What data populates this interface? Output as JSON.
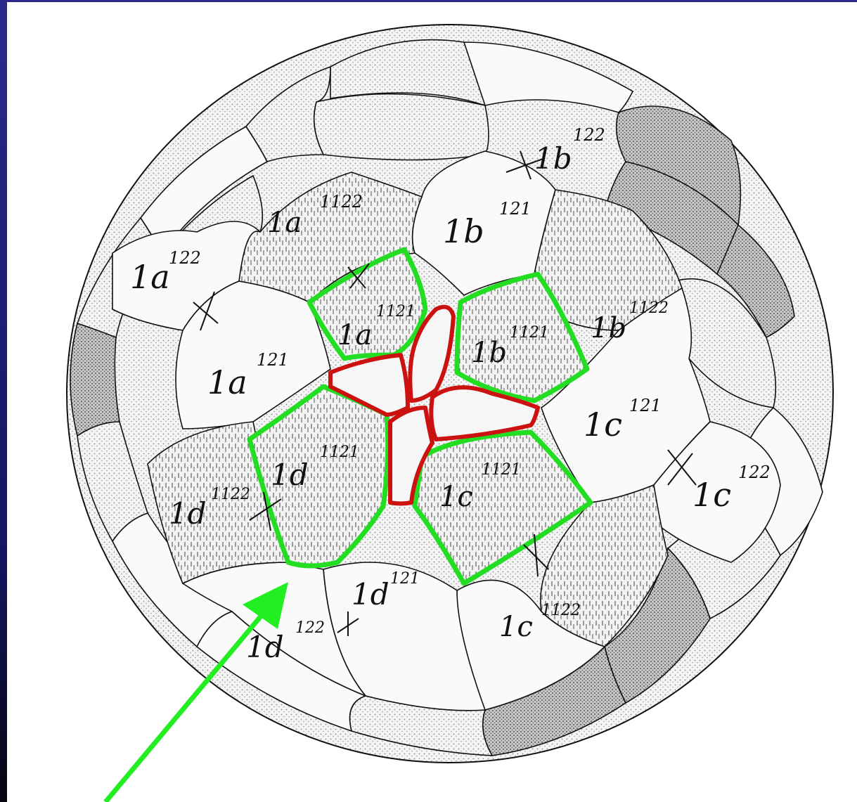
{
  "diagram": {
    "labels": [
      {
        "id": "1a122",
        "main": "1a",
        "sup": "122"
      },
      {
        "id": "1a1122",
        "main": "1a",
        "sup": "1122"
      },
      {
        "id": "1b121",
        "main": "1b",
        "sup": "121"
      },
      {
        "id": "1b122",
        "main": "1b",
        "sup": "122"
      },
      {
        "id": "1a121",
        "main": "1a",
        "sup": "121"
      },
      {
        "id": "1a1121",
        "main": "1a",
        "sup": "1121"
      },
      {
        "id": "1b1121",
        "main": "1b",
        "sup": "1121"
      },
      {
        "id": "1b1122",
        "main": "1b",
        "sup": "1122"
      },
      {
        "id": "1c121",
        "main": "1c",
        "sup": "121"
      },
      {
        "id": "1c122",
        "main": "1c",
        "sup": "122"
      },
      {
        "id": "1d1121",
        "main": "1d",
        "sup": "1121"
      },
      {
        "id": "1c1121",
        "main": "1c",
        "sup": "1121"
      },
      {
        "id": "1d1122",
        "main": "1d",
        "sup": "1122"
      },
      {
        "id": "1d121",
        "main": "1d",
        "sup": "121"
      },
      {
        "id": "1c1122",
        "main": "1c",
        "sup": "1122"
      },
      {
        "id": "1d122",
        "main": "1d",
        "sup": "122"
      }
    ],
    "colors": {
      "background": "#1c1c7a",
      "outline_green": "#22dd22",
      "outline_red": "#cc1111",
      "arrow": "#22ee22",
      "stipple": "#9a9a9a"
    }
  }
}
